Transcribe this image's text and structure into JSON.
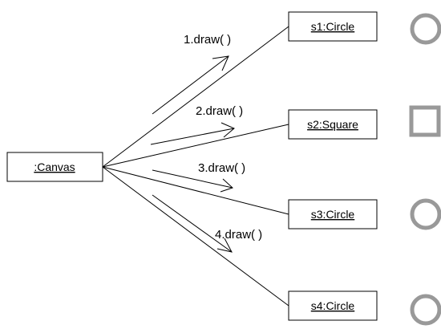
{
  "diagram": {
    "source": {
      "label": ":Canvas"
    },
    "targets": [
      {
        "label": "s1:Circle",
        "shape": "circle-icon"
      },
      {
        "label": "s2:Square",
        "shape": "square-icon"
      },
      {
        "label": "s3:Circle",
        "shape": "circle-icon"
      },
      {
        "label": "s4:Circle",
        "shape": "circle-icon"
      }
    ],
    "messages": [
      {
        "label": "1.draw( )"
      },
      {
        "label": "2.draw( )"
      },
      {
        "label": "3.draw( )"
      },
      {
        "label": "4.draw( )"
      }
    ],
    "colors": {
      "line": "#000000",
      "shape_icon": "#999999"
    }
  }
}
